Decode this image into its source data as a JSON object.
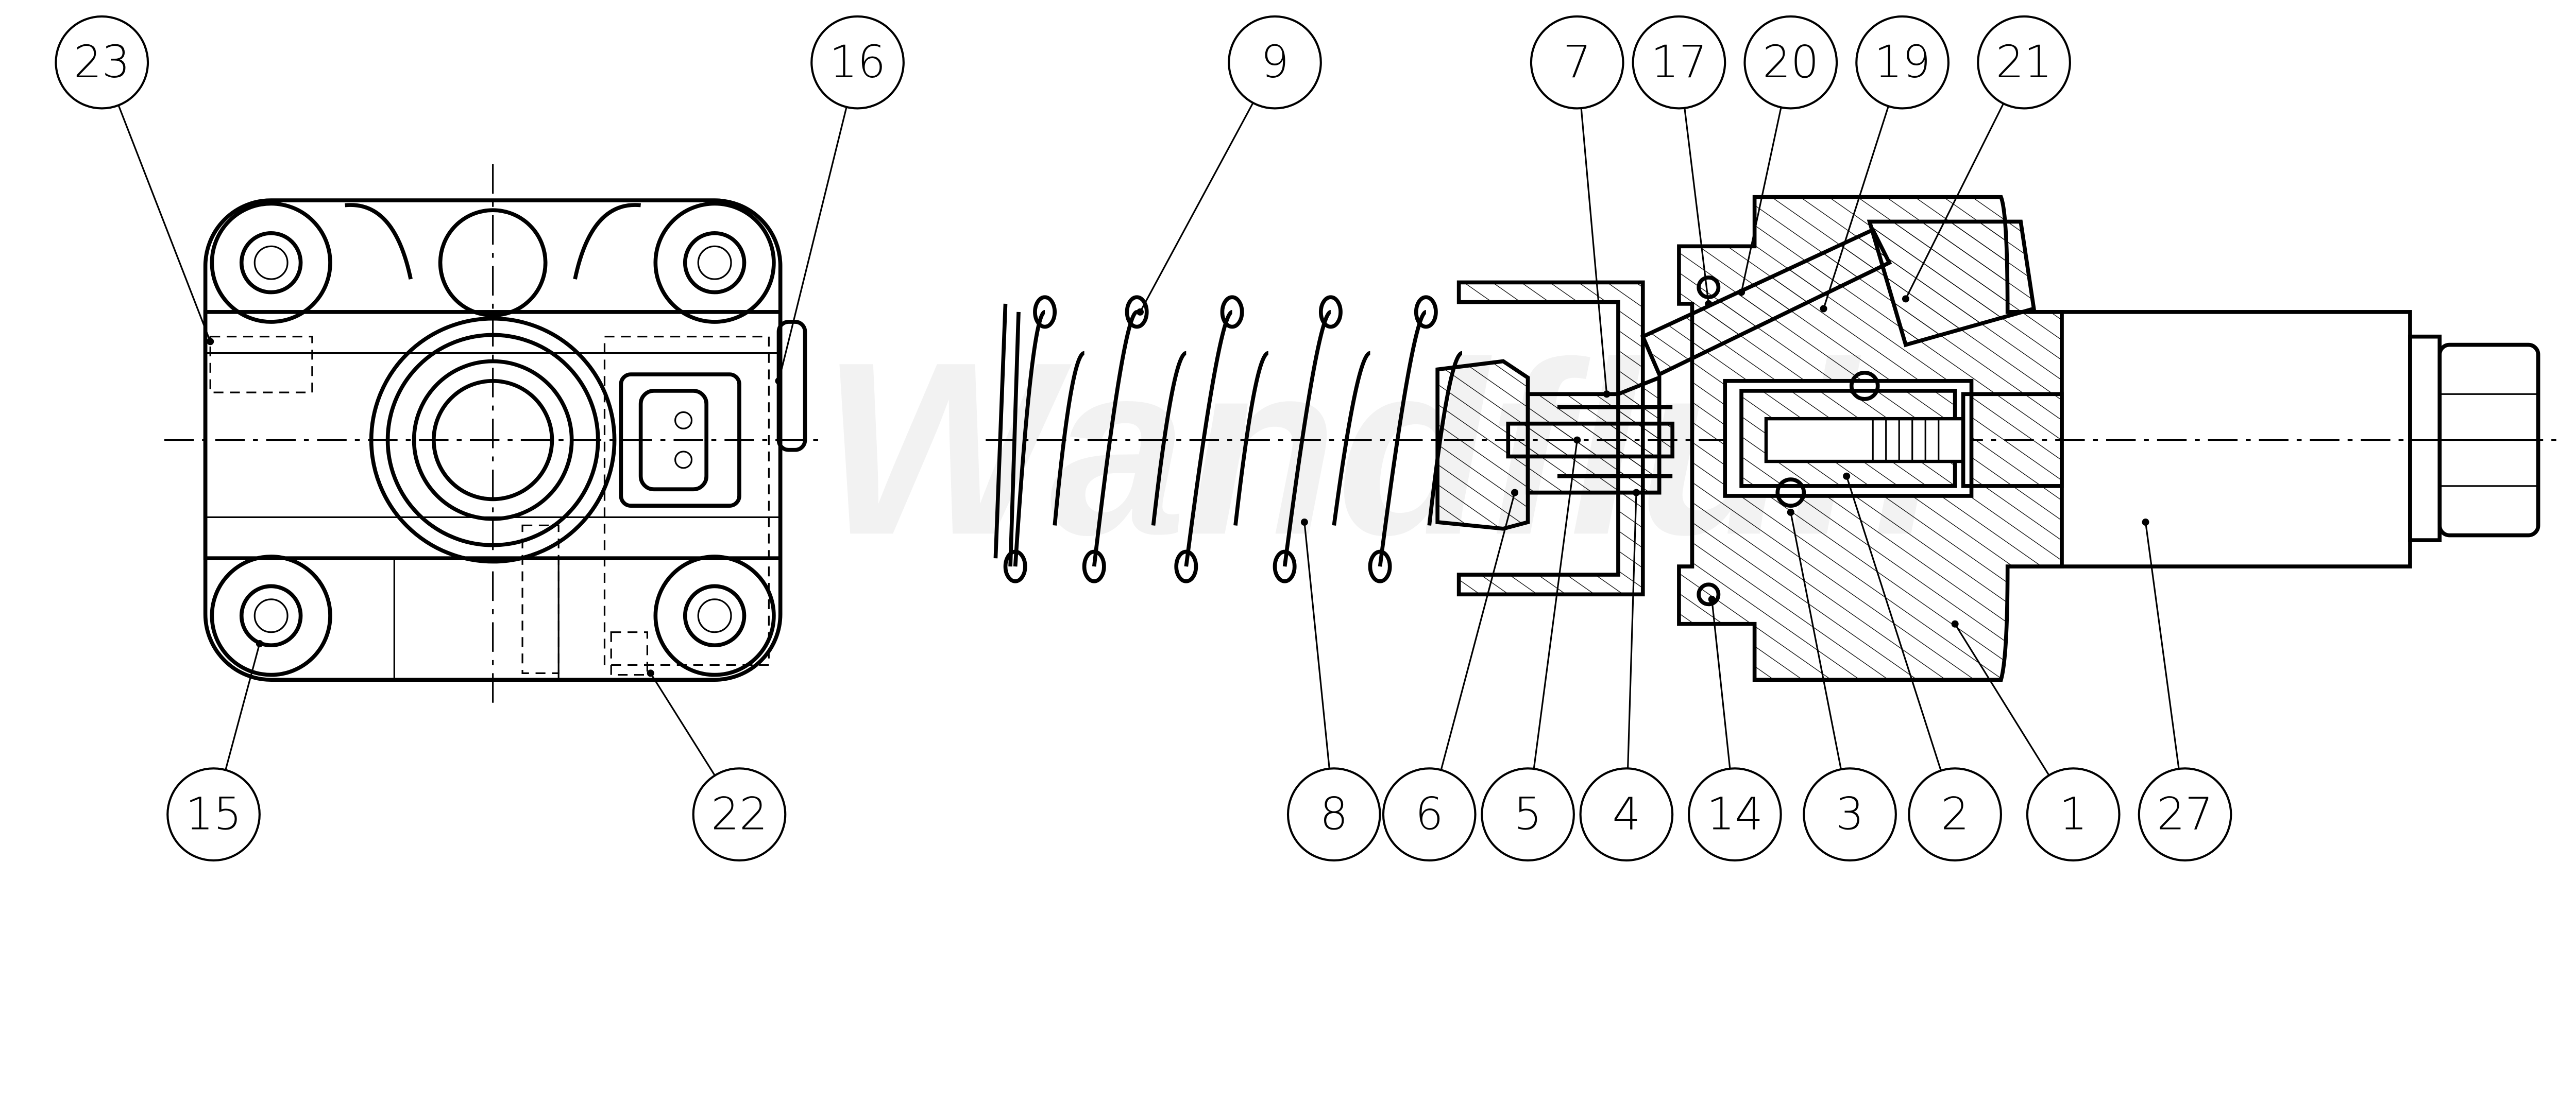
{
  "watermark": "Wandfluh",
  "callouts": {
    "top": [
      "23",
      "16",
      "9",
      "7",
      "17",
      "20",
      "19",
      "21"
    ],
    "bottom": [
      "15",
      "22",
      "8",
      "6",
      "5",
      "4",
      "14",
      "3",
      "2",
      "1",
      "27"
    ]
  }
}
